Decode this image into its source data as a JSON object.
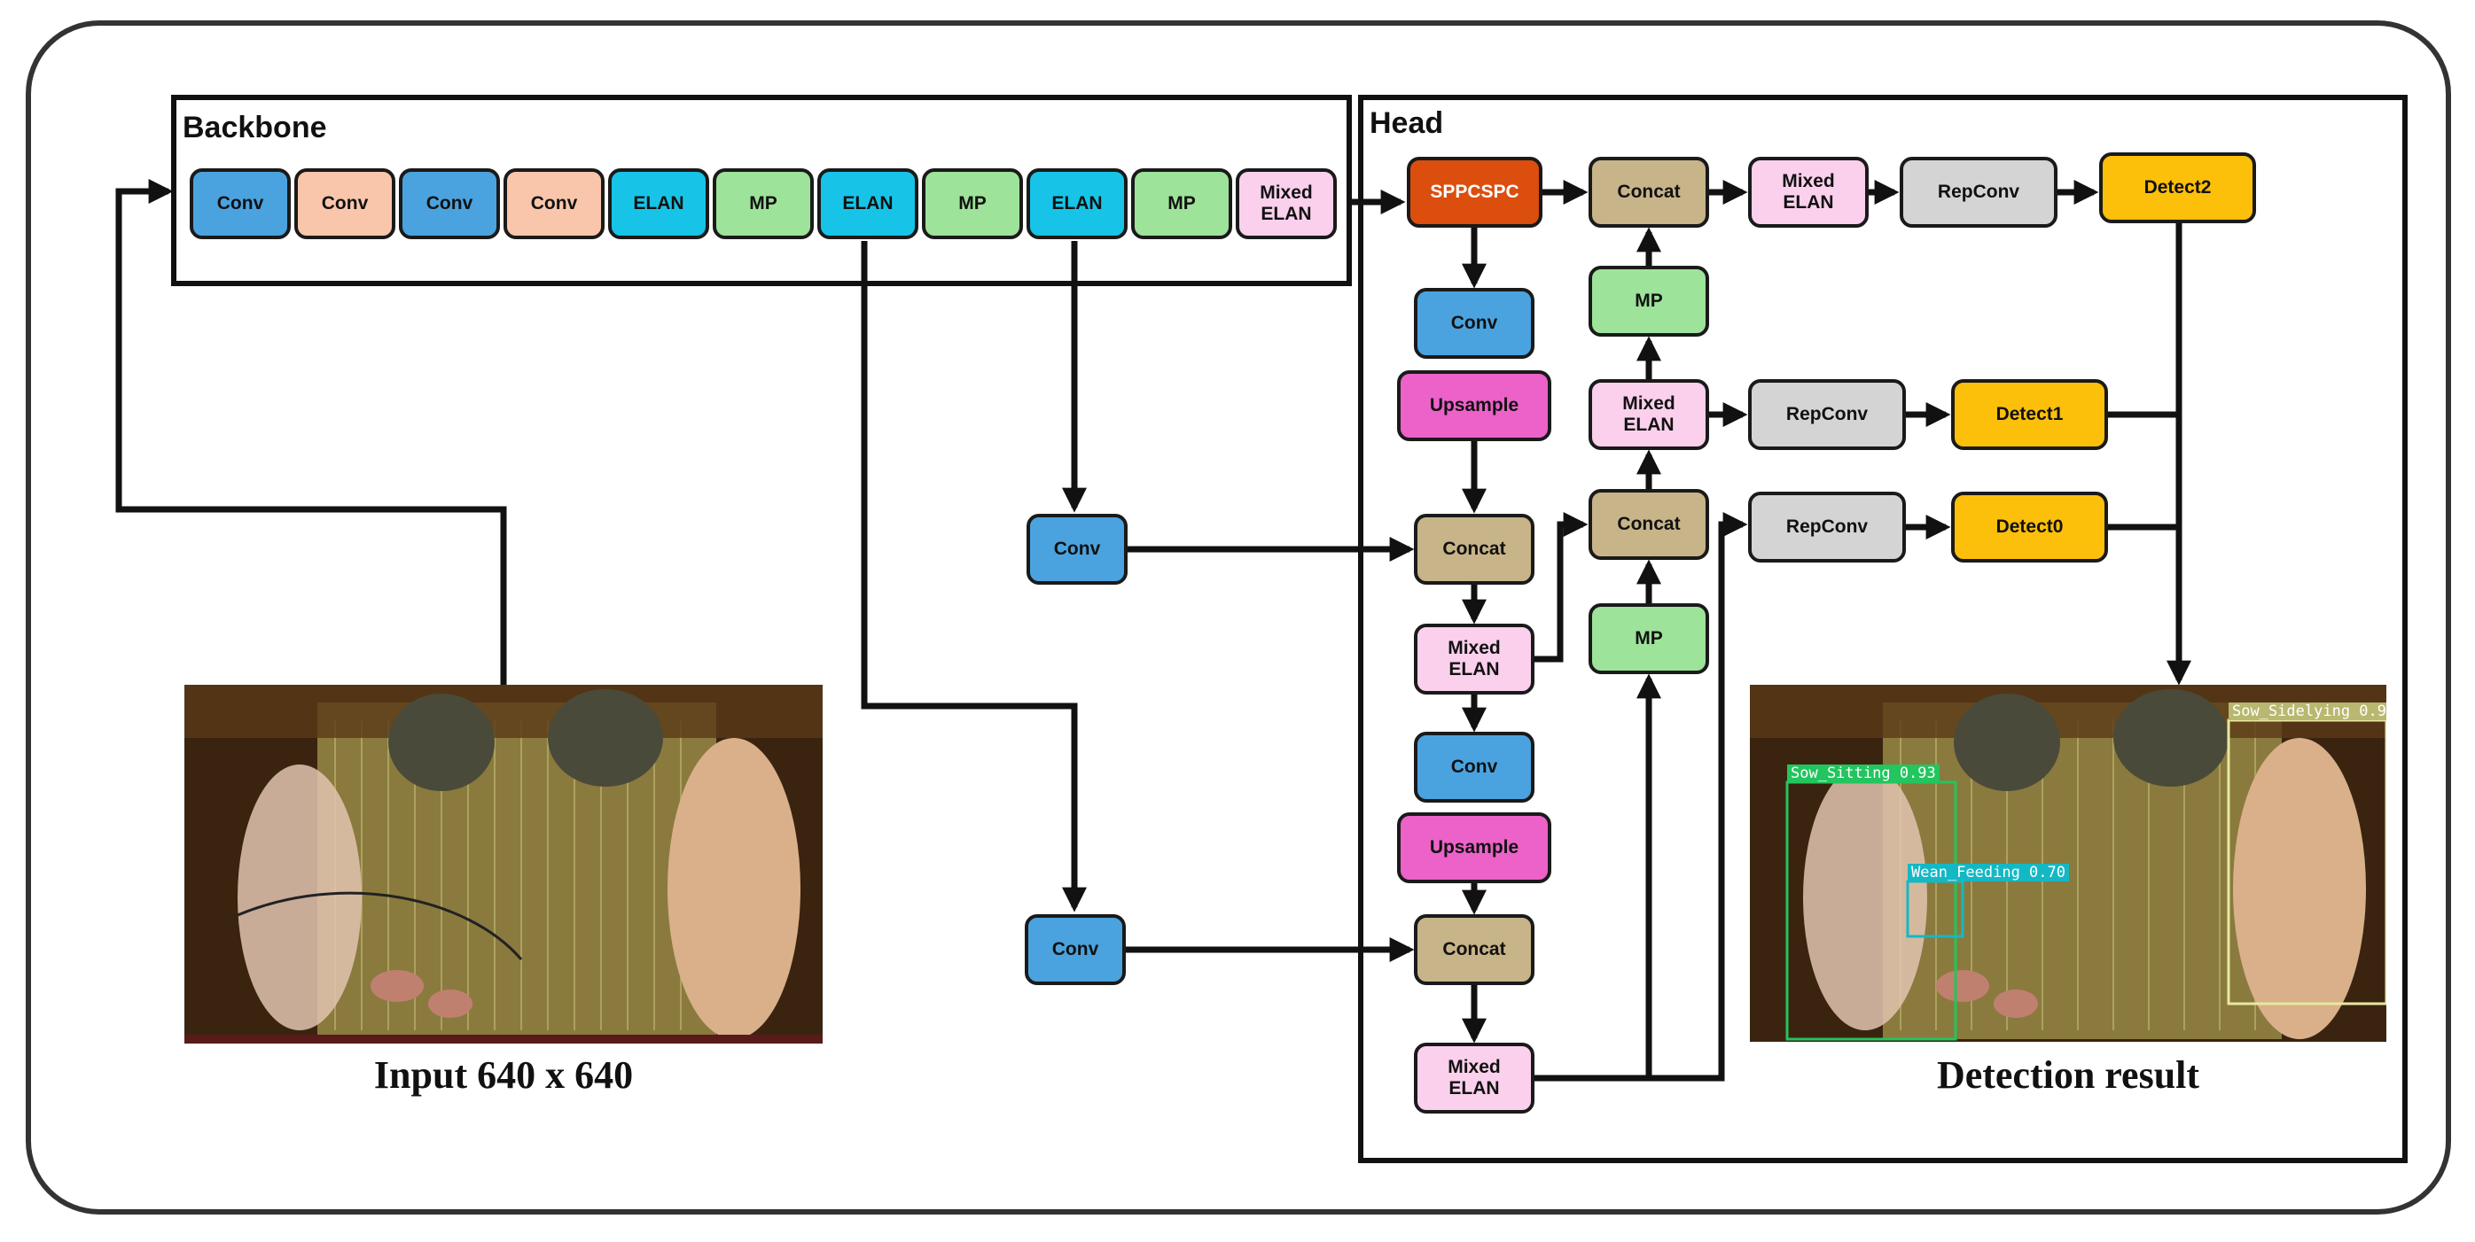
{
  "sections": {
    "backbone_title": "Backbone",
    "head_title": "Head"
  },
  "colors": {
    "conv_blue": "#4aa3df",
    "conv_peach": "#f9c6ab",
    "elan_cyan": "#17c4e8",
    "mp_green": "#9de39a",
    "mixed_elan_pink": "#fbd0ec",
    "sppcspc_orange": "#db4e0e",
    "concat_tan": "#c8b489",
    "upsample_magenta": "#ec62c9",
    "repconv_gray": "#d4d4d4",
    "detect_yellow": "#fcbf0a"
  },
  "blocks": [
    {
      "id": "bb_conv1",
      "label": "Conv",
      "color": "#4aa3df"
    },
    {
      "id": "bb_conv2",
      "label": "Conv",
      "color": "#f9c6ab"
    },
    {
      "id": "bb_conv3",
      "label": "Conv",
      "color": "#4aa3df"
    },
    {
      "id": "bb_conv4",
      "label": "Conv",
      "color": "#f9c6ab"
    },
    {
      "id": "bb_elan1",
      "label": "ELAN",
      "color": "#17c4e8"
    },
    {
      "id": "bb_mp1",
      "label": "MP",
      "color": "#9de39a"
    },
    {
      "id": "bb_elan2",
      "label": "ELAN",
      "color": "#17c4e8"
    },
    {
      "id": "bb_mp2",
      "label": "MP",
      "color": "#9de39a"
    },
    {
      "id": "bb_elan3",
      "label": "ELAN",
      "color": "#17c4e8"
    },
    {
      "id": "bb_mp3",
      "label": "MP",
      "color": "#9de39a"
    },
    {
      "id": "bb_mixed",
      "label": "Mixed\nELAN",
      "color": "#fbd0ec"
    },
    {
      "id": "mid_conv_top",
      "label": "Conv",
      "color": "#4aa3df"
    },
    {
      "id": "mid_conv_bot",
      "label": "Conv",
      "color": "#4aa3df"
    },
    {
      "id": "h_spp",
      "label": "SPPCSPC",
      "color": "#db4e0e"
    },
    {
      "id": "h_conv1",
      "label": "Conv",
      "color": "#4aa3df"
    },
    {
      "id": "h_up1",
      "label": "Upsample",
      "color": "#ec62c9"
    },
    {
      "id": "h_concat1",
      "label": "Concat",
      "color": "#c8b489"
    },
    {
      "id": "h_mixed1",
      "label": "Mixed\nELAN",
      "color": "#fbd0ec"
    },
    {
      "id": "h_conv2",
      "label": "Conv",
      "color": "#4aa3df"
    },
    {
      "id": "h_up2",
      "label": "Upsample",
      "color": "#ec62c9"
    },
    {
      "id": "h_concat2",
      "label": "Concat",
      "color": "#c8b489"
    },
    {
      "id": "h_mixed2",
      "label": "Mixed\nELAN",
      "color": "#fbd0ec"
    },
    {
      "id": "h_concat_top",
      "label": "Concat",
      "color": "#c8b489"
    },
    {
      "id": "h_mp_top",
      "label": "MP",
      "color": "#9de39a"
    },
    {
      "id": "h_mixed_mid",
      "label": "Mixed\nELAN",
      "color": "#fbd0ec"
    },
    {
      "id": "h_concat_mid",
      "label": "Concat",
      "color": "#c8b489"
    },
    {
      "id": "h_mp_low",
      "label": "MP",
      "color": "#9de39a"
    },
    {
      "id": "h_mixed_top",
      "label": "Mixed\nELAN",
      "color": "#fbd0ec"
    },
    {
      "id": "h_rep2",
      "label": "RepConv",
      "color": "#d4d4d4"
    },
    {
      "id": "h_det2",
      "label": "Detect2",
      "color": "#fcbf0a"
    },
    {
      "id": "h_rep1",
      "label": "RepConv",
      "color": "#d4d4d4"
    },
    {
      "id": "h_det1",
      "label": "Detect1",
      "color": "#fcbf0a"
    },
    {
      "id": "h_rep0",
      "label": "RepConv",
      "color": "#d4d4d4"
    },
    {
      "id": "h_det0",
      "label": "Detect0",
      "color": "#fcbf0a"
    }
  ],
  "captions": {
    "input": "Input 640 x 640",
    "output": "Detection result"
  },
  "detections": [
    {
      "label": "Sow_Sitting 0.93",
      "color": "#22c55e"
    },
    {
      "label": "Wean_Feeding 0.70",
      "color": "#14b8c4"
    },
    {
      "label": "Sow_Sidelying 0.9",
      "color": "#e8e8a0"
    }
  ]
}
